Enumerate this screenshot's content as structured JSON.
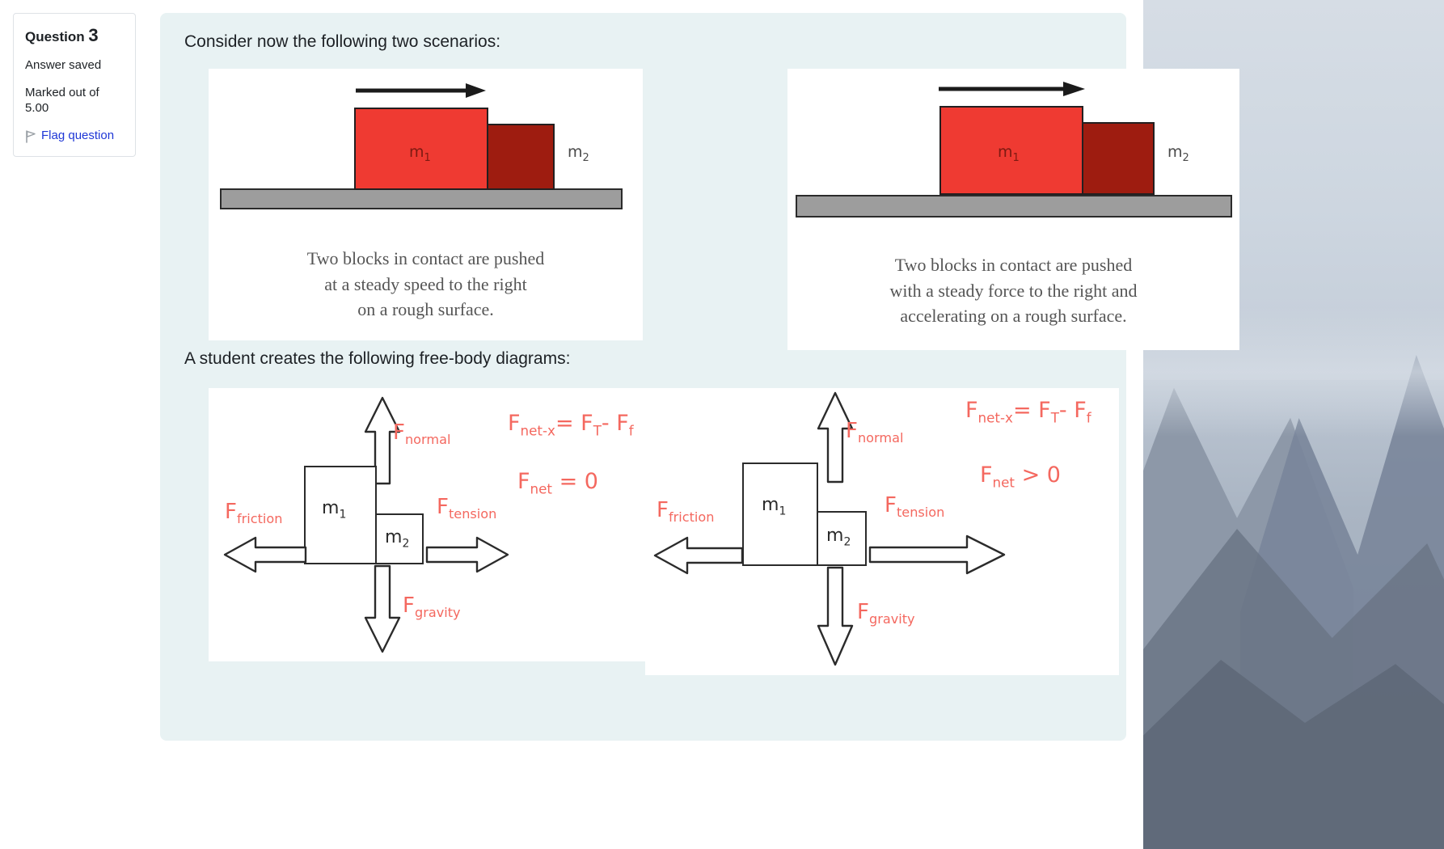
{
  "question_info": {
    "title_prefix": "Question",
    "number": "3",
    "status": "Answer saved",
    "marks": "Marked out of 5.00",
    "flag_label": "Flag question",
    "flag_icon": "flag-icon",
    "flag_color": "#1f37d6"
  },
  "panel": {
    "background": "#e8f2f3",
    "prompt_scenarios": "Consider now the following two scenarios:",
    "prompt_fbd": "A student creates the following free-body diagrams:"
  },
  "scenarios": [
    {
      "id": "scenario-1",
      "arrow_label": "push-direction-arrow",
      "block_light_label": "m",
      "block_light_sub": "1",
      "block_dark_label": "m",
      "block_dark_sub": "2",
      "caption_lines": [
        "Two blocks in contact are pushed",
        "at a steady speed to the right",
        "on a rough surface."
      ]
    },
    {
      "id": "scenario-2",
      "arrow_label": "push-direction-arrow",
      "block_light_label": "m",
      "block_light_sub": "1",
      "block_dark_label": "m",
      "block_dark_sub": "2",
      "caption_lines": [
        "Two blocks in contact are pushed",
        "with a steady force to the right and",
        "accelerating on a rough surface."
      ]
    }
  ],
  "free_body_diagrams": [
    {
      "id": "fbd-1",
      "normal_label": "F",
      "normal_sub": "normal",
      "friction_label": "F",
      "friction_sub": "friction",
      "tension_label": "F",
      "tension_sub": "tension",
      "gravity_label": "F",
      "gravity_sub": "gravity",
      "block_1_label": "m",
      "block_1_sub": "1",
      "block_2_label": "m",
      "block_2_sub": "2",
      "equation_1": "F",
      "equation_1_sub": "net-x",
      "equation_1_rhs": "= F",
      "equation_1_sub2": "T",
      "equation_1_rhs2": "- F",
      "equation_1_sub3": "f",
      "equation_2": "F",
      "equation_2_sub": "net",
      "equation_2_rhs": "= 0"
    },
    {
      "id": "fbd-2",
      "normal_label": "F",
      "normal_sub": "normal",
      "friction_label": "F",
      "friction_sub": "friction",
      "tension_label": "F",
      "tension_sub": "tension",
      "gravity_label": "F",
      "gravity_sub": "gravity",
      "block_1_label": "m",
      "block_1_sub": "1",
      "block_2_label": "m",
      "block_2_sub": "2",
      "equation_1": "F",
      "equation_1_sub": "net-x",
      "equation_1_rhs": "= F",
      "equation_1_sub2": "T",
      "equation_1_rhs2": "- F",
      "equation_1_sub3": "f",
      "equation_2": "F",
      "equation_2_sub": "net",
      "equation_2_rhs": "> 0"
    }
  ],
  "colors": {
    "block_light": "#ef3a32",
    "block_dark": "#9e1c10",
    "ground": "#9d9d9d",
    "handwriting_red": "#f4685f",
    "panel_bg": "#e8f2f3"
  }
}
